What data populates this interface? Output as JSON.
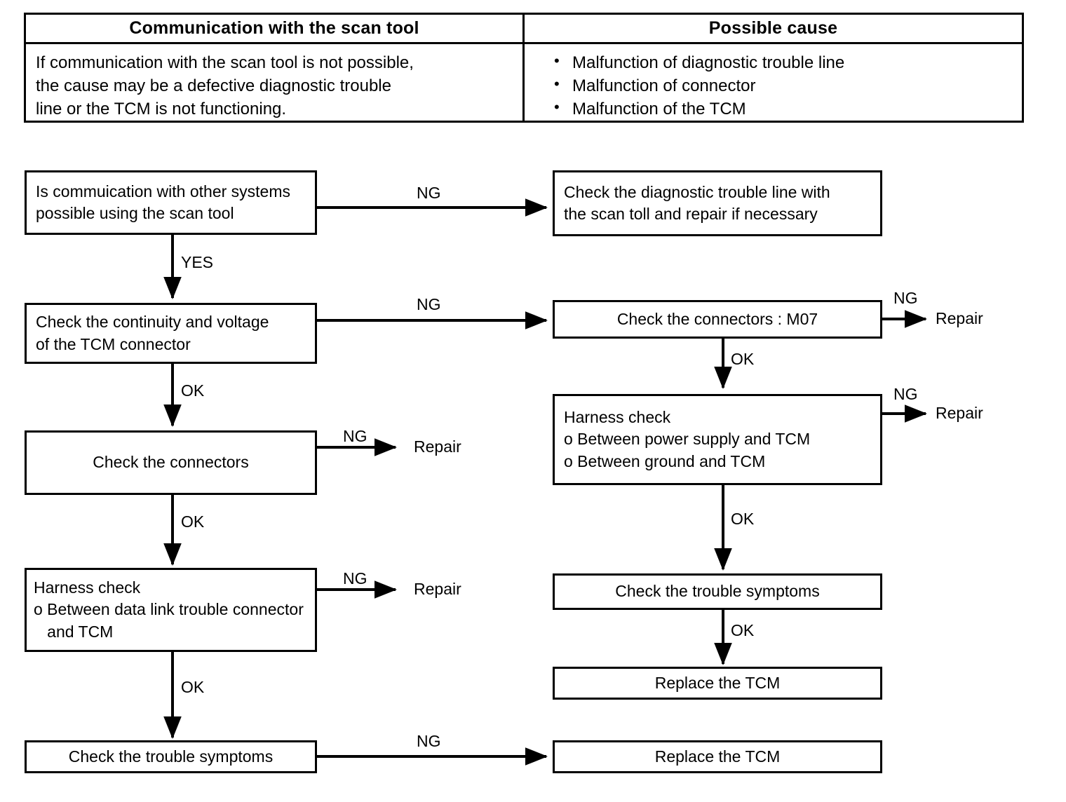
{
  "table": {
    "headers": {
      "left": "Communication with the scan tool",
      "right": "Possible cause"
    },
    "description_lines": [
      "If communication with the scan tool is not possible,",
      "the cause may be a defective diagnostic trouble",
      "line or the TCM is not functioning."
    ],
    "causes": [
      "Malfunction of diagnostic trouble line",
      "Malfunction of connector",
      "Malfunction of the TCM"
    ]
  },
  "flow": {
    "nodes": {
      "n1": {
        "lines": [
          "Is commuication with other systems",
          "possible using the scan tool"
        ]
      },
      "n2": {
        "lines": [
          "Check the diagnostic trouble line with",
          "the scan toll and repair if necessary"
        ]
      },
      "n3": {
        "lines": [
          "Check the continuity and voltage",
          "of the TCM connector"
        ]
      },
      "n4": {
        "lines": [
          "Check the connectors : M07"
        ]
      },
      "n5": {
        "lines": [
          "Check the connectors"
        ]
      },
      "n6": {
        "lines": [
          "Harness check",
          "o Between power supply and TCM",
          "o Between ground and TCM"
        ]
      },
      "n7": {
        "lines": [
          "Harness check",
          "o Between data link trouble connector",
          "   and TCM"
        ]
      },
      "n8": {
        "lines": [
          "Check the trouble symptoms"
        ]
      },
      "n9": {
        "lines": [
          "Replace the TCM"
        ]
      },
      "n10": {
        "lines": [
          "Check the trouble symptoms"
        ]
      },
      "n11": {
        "lines": [
          "Replace the TCM"
        ]
      }
    },
    "edge_labels": {
      "e1_ng": "NG",
      "e1_yes": "YES",
      "e3_ng": "NG",
      "e3_ok": "OK",
      "e4_ng": "NG",
      "e4_ok": "OK",
      "e5_ng": "NG",
      "e5_ok": "OK",
      "e6_ng": "NG",
      "e6_ok": "OK",
      "e7_ng": "NG",
      "e7_ok": "OK",
      "e8_ok": "OK",
      "e10_ng": "NG"
    },
    "terminals": {
      "t_repair_1": "Repair",
      "t_repair_2": "Repair",
      "t_repair_3": "Repair",
      "t_repair_4": "Repair"
    }
  },
  "colors": {
    "ink": "#000000",
    "paper": "#ffffff"
  }
}
